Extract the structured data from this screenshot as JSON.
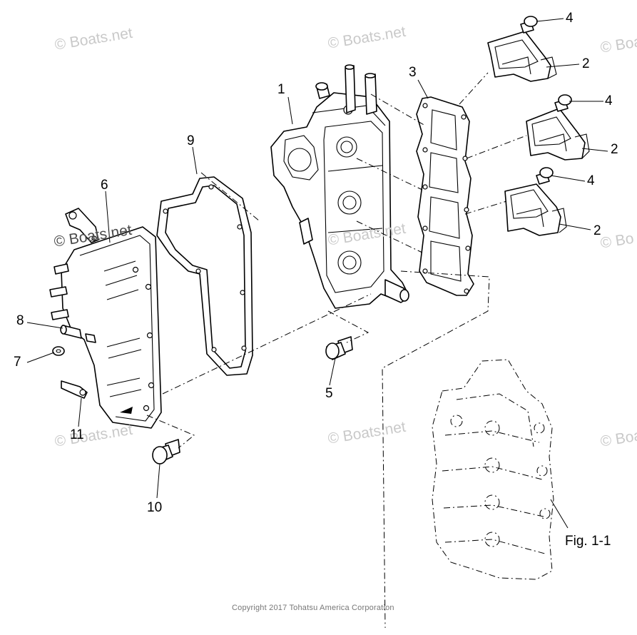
{
  "watermarks": [
    {
      "text": "© Boats.net",
      "tone": "light"
    },
    {
      "text": "© Boats.net",
      "tone": "light"
    },
    {
      "text": "© Boats",
      "tone": "light"
    },
    {
      "text": "© Boats.net",
      "tone": "dark"
    },
    {
      "text": "© Boats.net",
      "tone": "light"
    },
    {
      "text": "© Bo",
      "tone": "light"
    },
    {
      "text": "© Boats.net",
      "tone": "light"
    },
    {
      "text": "© Boats.net",
      "tone": "light"
    },
    {
      "text": "© Boa",
      "tone": "light"
    }
  ],
  "callouts": [
    "1",
    "2",
    "2",
    "2",
    "3",
    "4",
    "4",
    "4",
    "5",
    "6",
    "7",
    "8",
    "9",
    "10",
    "11"
  ],
  "figure_label": "Fig. 1-1",
  "copyright": "Copyright 2017 Tohatsu America Corporation"
}
